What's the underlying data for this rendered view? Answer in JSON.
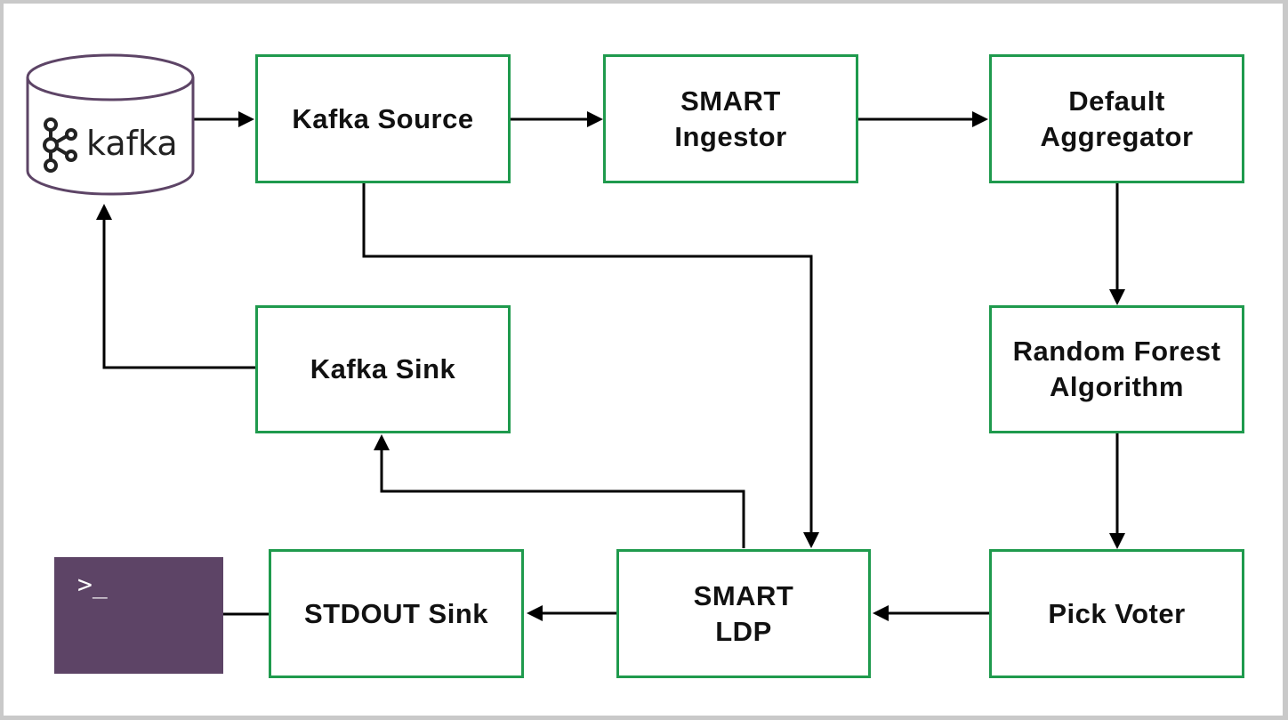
{
  "nodes": {
    "kafka_source": {
      "lines": [
        "Kafka Source"
      ]
    },
    "smart_ingestor": {
      "lines": [
        "SMART",
        "Ingestor"
      ]
    },
    "default_aggregator": {
      "lines": [
        "Default",
        "Aggregator"
      ]
    },
    "random_forest": {
      "lines": [
        "Random Forest",
        "Algorithm"
      ]
    },
    "pick_voter": {
      "lines": [
        "Pick Voter"
      ]
    },
    "smart_ldp": {
      "lines": [
        "SMART",
        "LDP"
      ]
    },
    "stdout_sink": {
      "lines": [
        "STDOUT Sink"
      ]
    },
    "kafka_sink": {
      "lines": [
        "Kafka Sink"
      ]
    }
  },
  "kafka": {
    "word": "kafka",
    "icon": "kafka-logo-icon"
  },
  "terminal": {
    "prompt": ">_",
    "icon": "terminal-icon"
  },
  "colors": {
    "box_border": "#1f9a4d",
    "arrow": "#000000",
    "terminal_bg": "#5d4466",
    "db_outline": "#5d4466"
  },
  "edges": [
    {
      "from": "kafka",
      "to": "kafka_source"
    },
    {
      "from": "kafka_source",
      "to": "smart_ingestor"
    },
    {
      "from": "smart_ingestor",
      "to": "default_aggregator"
    },
    {
      "from": "default_aggregator",
      "to": "random_forest"
    },
    {
      "from": "random_forest",
      "to": "pick_voter"
    },
    {
      "from": "pick_voter",
      "to": "smart_ldp"
    },
    {
      "from": "kafka_source",
      "to": "smart_ldp"
    },
    {
      "from": "smart_ldp",
      "to": "stdout_sink"
    },
    {
      "from": "smart_ldp",
      "to": "kafka_sink"
    },
    {
      "from": "stdout_sink",
      "to": "terminal"
    },
    {
      "from": "kafka_sink",
      "to": "kafka"
    }
  ]
}
